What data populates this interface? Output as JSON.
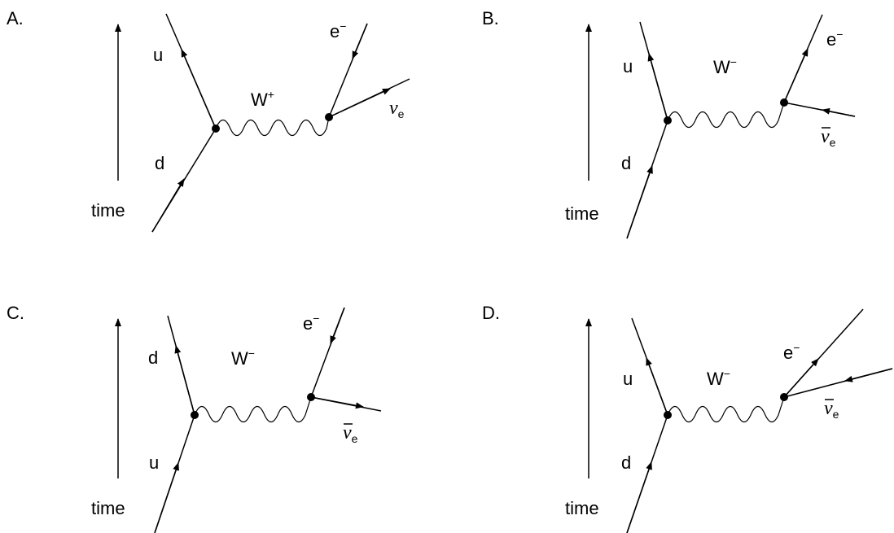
{
  "diagrams": [
    {
      "option": "A.",
      "time_label": "time",
      "incoming_quark": "d",
      "outgoing_quark": "u",
      "boson": "W",
      "boson_charge": "+",
      "electron": "e",
      "electron_charge": "−",
      "neutrino": "v",
      "neutrino_sub": "e",
      "neutrino_is_anti": false
    },
    {
      "option": "B.",
      "time_label": "time",
      "incoming_quark": "d",
      "outgoing_quark": "u",
      "boson": "W",
      "boson_charge": "−",
      "electron": "e",
      "electron_charge": "−",
      "neutrino": "v",
      "neutrino_sub": "e",
      "neutrino_is_anti": true
    },
    {
      "option": "C.",
      "time_label": "time",
      "incoming_quark": "u",
      "outgoing_quark": "d",
      "boson": "W",
      "boson_charge": "−",
      "electron": "e",
      "electron_charge": "−",
      "neutrino": "v",
      "neutrino_sub": "e",
      "neutrino_is_anti": true
    },
    {
      "option": "D.",
      "time_label": "time",
      "incoming_quark": "d",
      "outgoing_quark": "u",
      "boson": "W",
      "boson_charge": "−",
      "electron": "e",
      "electron_charge": "−",
      "neutrino": "v",
      "neutrino_sub": "e",
      "neutrino_is_anti": true
    }
  ]
}
